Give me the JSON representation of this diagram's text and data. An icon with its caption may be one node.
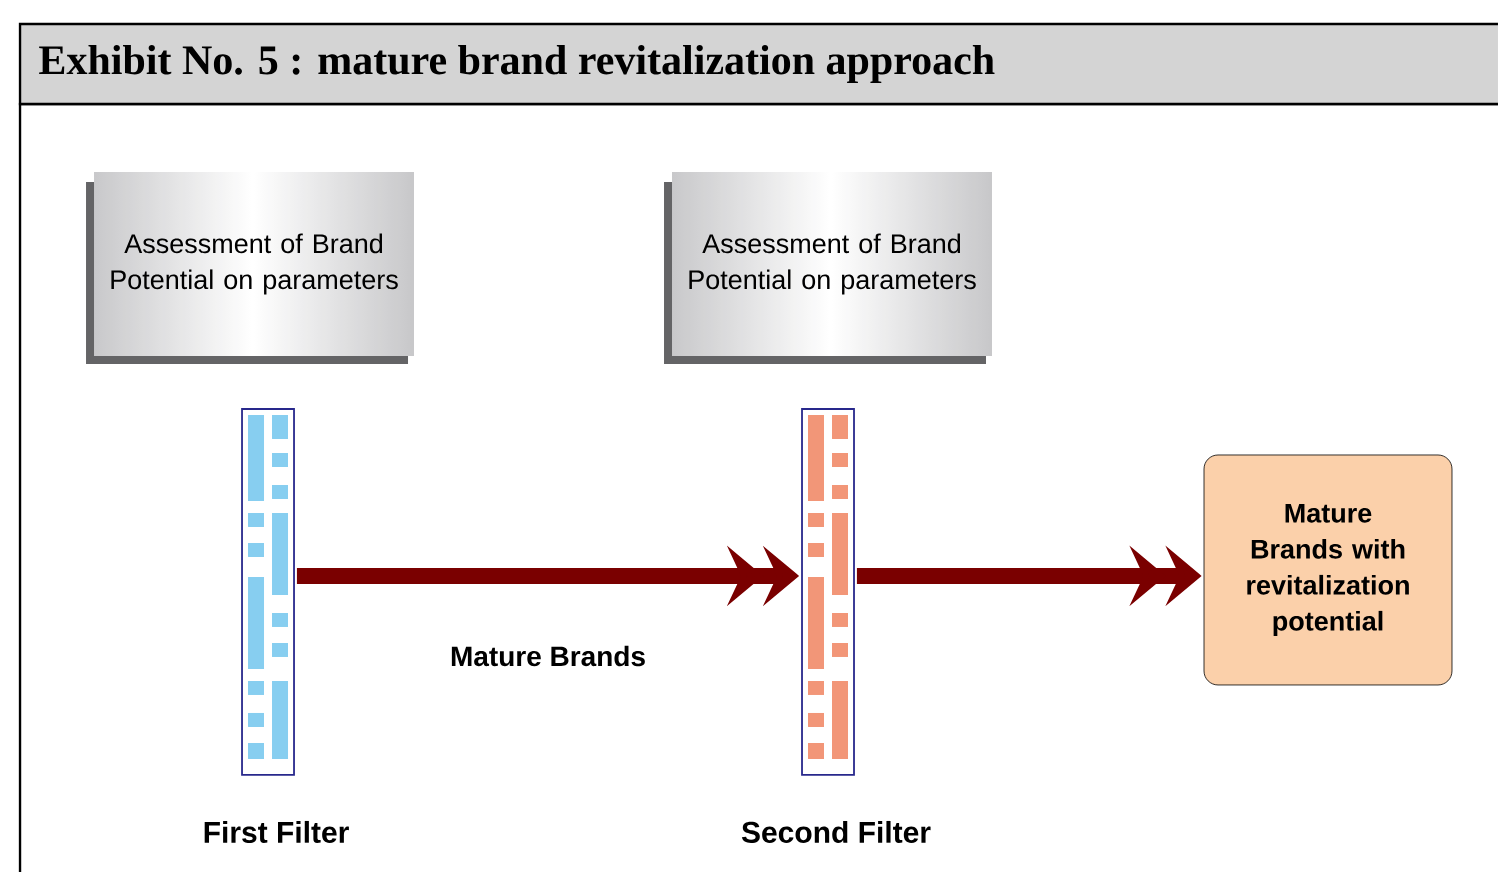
{
  "diagram": {
    "title": "Exhibit No. 5 : mature brand revitalization approach",
    "nodes": [
      {
        "text": [
          "Assessment of Brand Potential on parameters"
        ]
      },
      {
        "text": [
          "Assessment of Brand Potential on parameters"
        ]
      },
      {
        "text": [],
        "shape": "bar",
        "beside": [
          "First Filter"
        ]
      },
      {
        "text": [],
        "shape": "bar",
        "beside": [
          "Second Filter"
        ]
      },
      {
        "text": [
          "Mature Brands with revitalization potential"
        ]
      }
    ],
    "edges": [
      {
        "from": 2,
        "to": 3,
        "arrow": "to",
        "label": "Mature Brands"
      },
      {
        "from": 3,
        "to": 4,
        "arrow": "to"
      }
    ]
  }
}
